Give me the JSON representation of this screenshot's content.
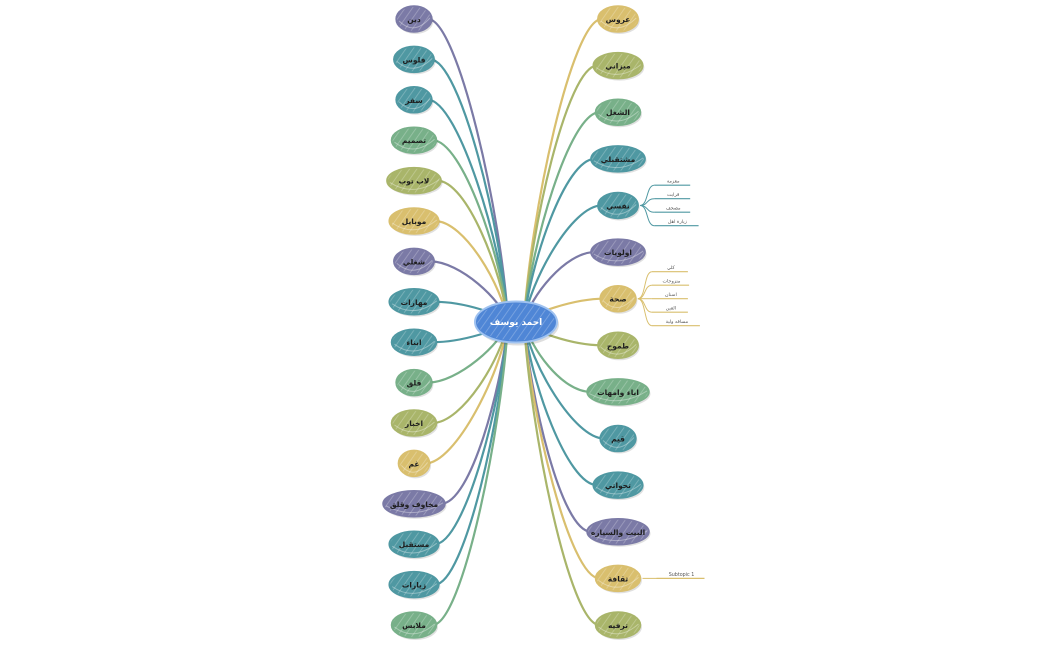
{
  "colors": {
    "purple": "#7b7aa6",
    "teal": "#4f98a2",
    "green": "#78b089",
    "olive": "#a9b56a",
    "gold": "#d9bf6e",
    "root": "#4f86d6",
    "root_stroke": "#9fc2f0"
  },
  "root": {
    "label": "احمد يوسف"
  },
  "left_topics": [
    {
      "label": "دين",
      "color": "purple"
    },
    {
      "label": "فلوس",
      "color": "teal"
    },
    {
      "label": "سفر",
      "color": "teal"
    },
    {
      "label": "تصميم",
      "color": "green"
    },
    {
      "label": "لاب توب",
      "color": "olive"
    },
    {
      "label": "موبايل",
      "color": "gold"
    },
    {
      "label": "شغلي",
      "color": "purple"
    },
    {
      "label": "مهارات",
      "color": "teal"
    },
    {
      "label": "ابناء",
      "color": "teal"
    },
    {
      "label": "قلق",
      "color": "green"
    },
    {
      "label": "اخبار",
      "color": "olive"
    },
    {
      "label": "غم",
      "color": "gold"
    },
    {
      "label": "مخاوف وقلق",
      "color": "purple"
    },
    {
      "label": "مستقبل",
      "color": "teal"
    },
    {
      "label": "زيارات",
      "color": "teal"
    },
    {
      "label": "ملابس",
      "color": "green"
    }
  ],
  "right_topics": [
    {
      "label": "عروس",
      "color": "gold"
    },
    {
      "label": "ميزاني",
      "color": "olive"
    },
    {
      "label": "الشغل",
      "color": "green"
    },
    {
      "label": "مشتقبلي",
      "color": "teal"
    },
    {
      "label": "نفسي",
      "color": "teal",
      "children": [
        "معزمة",
        "قرايت",
        "مصحف",
        "زيارة اهل"
      ]
    },
    {
      "label": "اولويات",
      "color": "purple"
    },
    {
      "label": "صحة",
      "color": "gold",
      "children": [
        "كلي",
        "متزوجات",
        "اسنان",
        "العين",
        "مسافه ولية"
      ]
    },
    {
      "label": "طموح",
      "color": "olive"
    },
    {
      "label": "اباء وامهات",
      "color": "green"
    },
    {
      "label": "قيم",
      "color": "teal"
    },
    {
      "label": "تحواتي",
      "color": "teal"
    },
    {
      "label": "البيت والسياره",
      "color": "purple"
    },
    {
      "label": "ثقافة",
      "color": "gold",
      "children": [
        "Subtopic 1"
      ]
    },
    {
      "label": "ترفيه",
      "color": "olive"
    }
  ]
}
